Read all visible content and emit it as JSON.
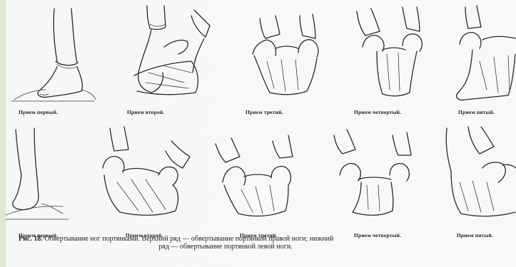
{
  "top_row": [
    {
      "caption": "Прием первый."
    },
    {
      "caption": "Прием второй."
    },
    {
      "caption": "Прием третий."
    },
    {
      "caption": "Прием четвертый."
    },
    {
      "caption": "Прием пятый."
    }
  ],
  "bottom_row": [
    {
      "caption": "Прием первый."
    },
    {
      "caption": "Прием второй."
    },
    {
      "caption": "Прием третий."
    },
    {
      "caption": "Прием четвертый."
    },
    {
      "caption": "Прием пятый."
    }
  ],
  "figure": {
    "label": "Рис. 18.",
    "line1": "Обвертывание ног портянками. Верхний ряд — обвертывание портянкой правой ноги; нижний",
    "line2": "ряд — обвертывание портянкой левой ноги."
  },
  "colors": {
    "paper": "#f8f8f6",
    "ink": "#2a2a2a",
    "edge": "#dfe9cf"
  }
}
